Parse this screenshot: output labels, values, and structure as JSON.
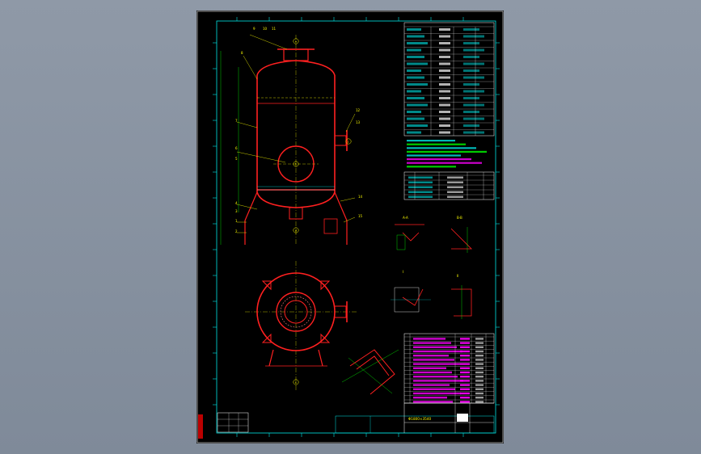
{
  "drawing": {
    "part_balloons": [
      "1",
      "2",
      "3",
      "4",
      "5",
      "6",
      "7",
      "8",
      "9",
      "10",
      "11",
      "12",
      "13",
      "14",
      "15"
    ],
    "nozzle_marks": [
      "a",
      "b",
      "c",
      "d",
      "e"
    ],
    "view_marks": [
      "A-A",
      "B-B",
      "I",
      "II"
    ],
    "title_block_text": "Φ1800×3540",
    "colors": {
      "frame": "#00e5e5",
      "vessel": "#ff2020",
      "centerline": "#e0e000",
      "text": "#ffff00",
      "table": "#ffffff",
      "note_magenta": "#ff00ff",
      "dimension": "#00ff00",
      "background": "#000000",
      "workspace": "#8b96a4"
    }
  }
}
